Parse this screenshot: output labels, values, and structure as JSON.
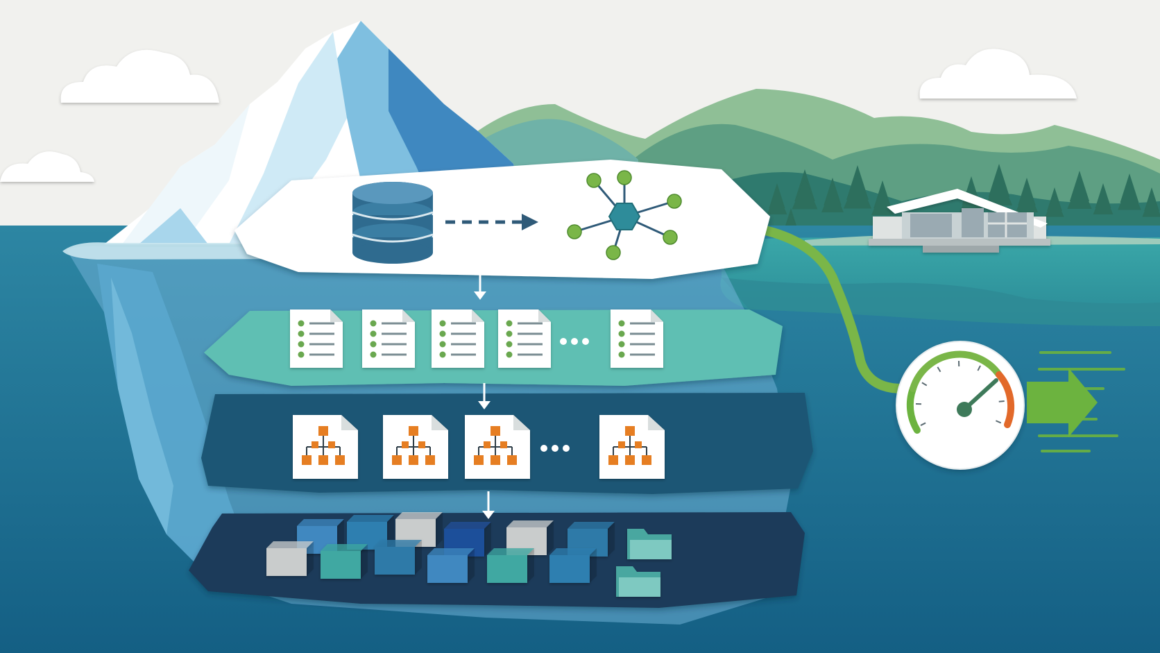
{
  "colors": {
    "sky": "#f1f1ee",
    "water_top": "#3f93a8",
    "water_deep": "#1a6f92",
    "ice_white": "#ffffff",
    "ice_light": "#bfe2f0",
    "ice_mid": "#74b6d8",
    "ice_dark": "#3f88c0",
    "hill_green": "#6aa77f",
    "hill_dark": "#2f7a6e",
    "tree": "#2d6f5d",
    "layer_catalog": "#ffffff",
    "layer_metadata": "#5fbfb3",
    "layer_manifest": "#1f5675",
    "layer_data": "#1a3a5a",
    "db_blue": "#2f6b8f",
    "node_green": "#7ab648",
    "hub_teal": "#2e8c9a",
    "pipe_green": "#7ab648",
    "list_green": "#6aa84f",
    "tree_orange": "#e67e22",
    "gauge_red": "#e2692a",
    "arrow_green": "#6cb33f"
  },
  "layers": [
    {
      "id": "catalog",
      "icons": [
        "database-icon",
        "arrow-right-dashed-icon",
        "network-hub-icon"
      ]
    },
    {
      "id": "metadata",
      "icons": [
        "metadata-file-icon",
        "metadata-file-icon",
        "metadata-file-icon",
        "metadata-file-icon",
        "ellipsis-icon",
        "metadata-file-icon"
      ]
    },
    {
      "id": "manifest",
      "icons": [
        "manifest-tree-icon",
        "manifest-tree-icon",
        "manifest-tree-icon",
        "ellipsis-icon",
        "manifest-tree-icon"
      ]
    },
    {
      "id": "data",
      "icons": [
        "data-block-icon",
        "folder-icon"
      ]
    }
  ],
  "icons": {
    "speed": "speedometer-icon",
    "lakehouse": "lakehouse-building-icon",
    "iceberg": "iceberg-icon"
  }
}
